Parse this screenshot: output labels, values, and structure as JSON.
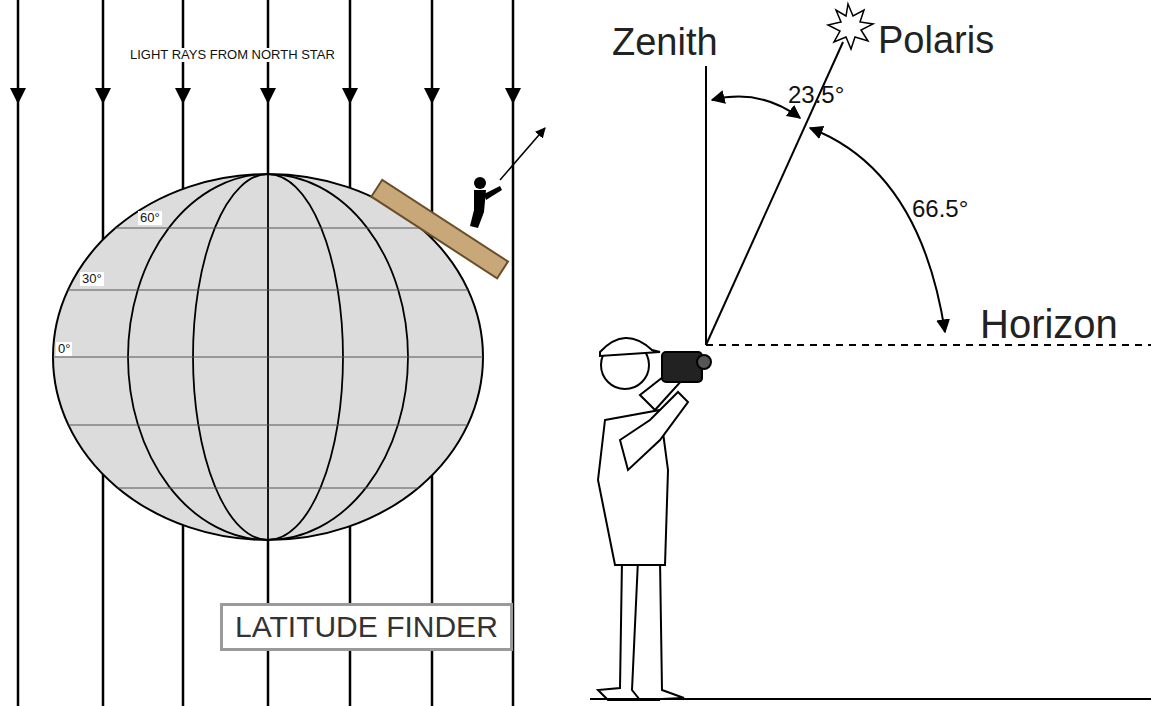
{
  "diagram": {
    "nodes": [
      {
        "text": [
          "LATITUDE FINDER"
        ]
      }
    ],
    "labels": [
      "LIGHT RAYS FROM NORTH STAR",
      "60°",
      "30°",
      "0°",
      "Zenith",
      "Polaris",
      "23.5°",
      "66.5°",
      "Horizon"
    ]
  }
}
